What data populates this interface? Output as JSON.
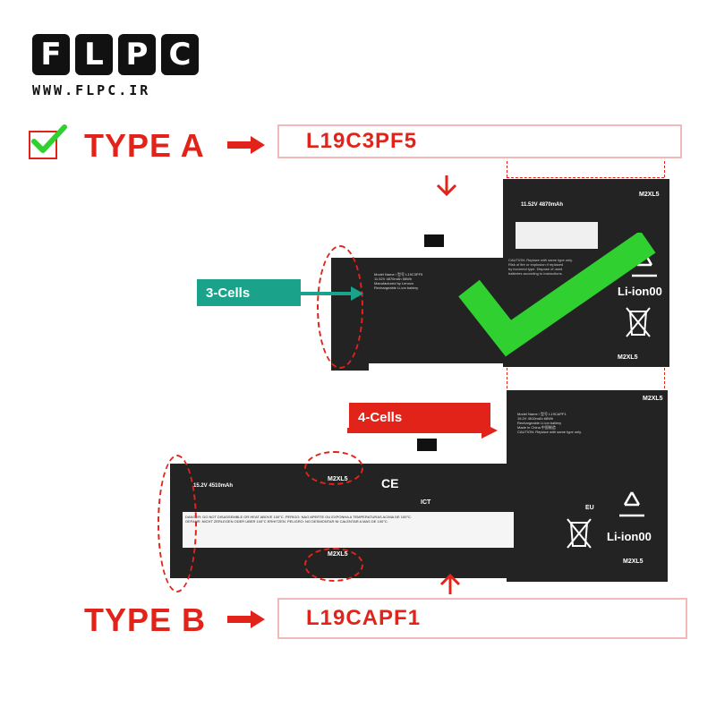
{
  "logo": {
    "letters": [
      "F",
      "L",
      "P",
      "C"
    ],
    "url": "WWW.FLPC.IR"
  },
  "type_a": {
    "label": "TYPE A",
    "code": "L19C3PF5"
  },
  "type_b": {
    "label": "TYPE B",
    "code": "L19CAPF1"
  },
  "callouts": {
    "three_cells": "3-Cells",
    "four_cells": "4-Cells"
  },
  "battery_a": {
    "voltage": "11.52V",
    "capacity": "4870mAh",
    "li_ion": "Li-ion00",
    "screw_top": "M2XL5",
    "screw_bottom": "M2XL5"
  },
  "battery_b": {
    "voltage": "15.2V",
    "capacity": "4510mAh",
    "li_ion": "Li-ion00",
    "eu": "EU",
    "screw_top": "M2XL5",
    "screw_bottom": "M2XL5",
    "screw_mid_top": "M2XL5",
    "screw_mid_bottom": "M2XL5",
    "ict": "ICT",
    "ce": "CE"
  },
  "colors": {
    "accent_red": "#e2231a",
    "check_green": "#2fd02f",
    "teal": "#1aa38a",
    "battery": "#232323"
  },
  "icons": [
    "check-icon",
    "arrow-right-icon",
    "arrow-down-icon",
    "arrow-up-icon",
    "recycle-icon",
    "bin-crossed-icon"
  ]
}
